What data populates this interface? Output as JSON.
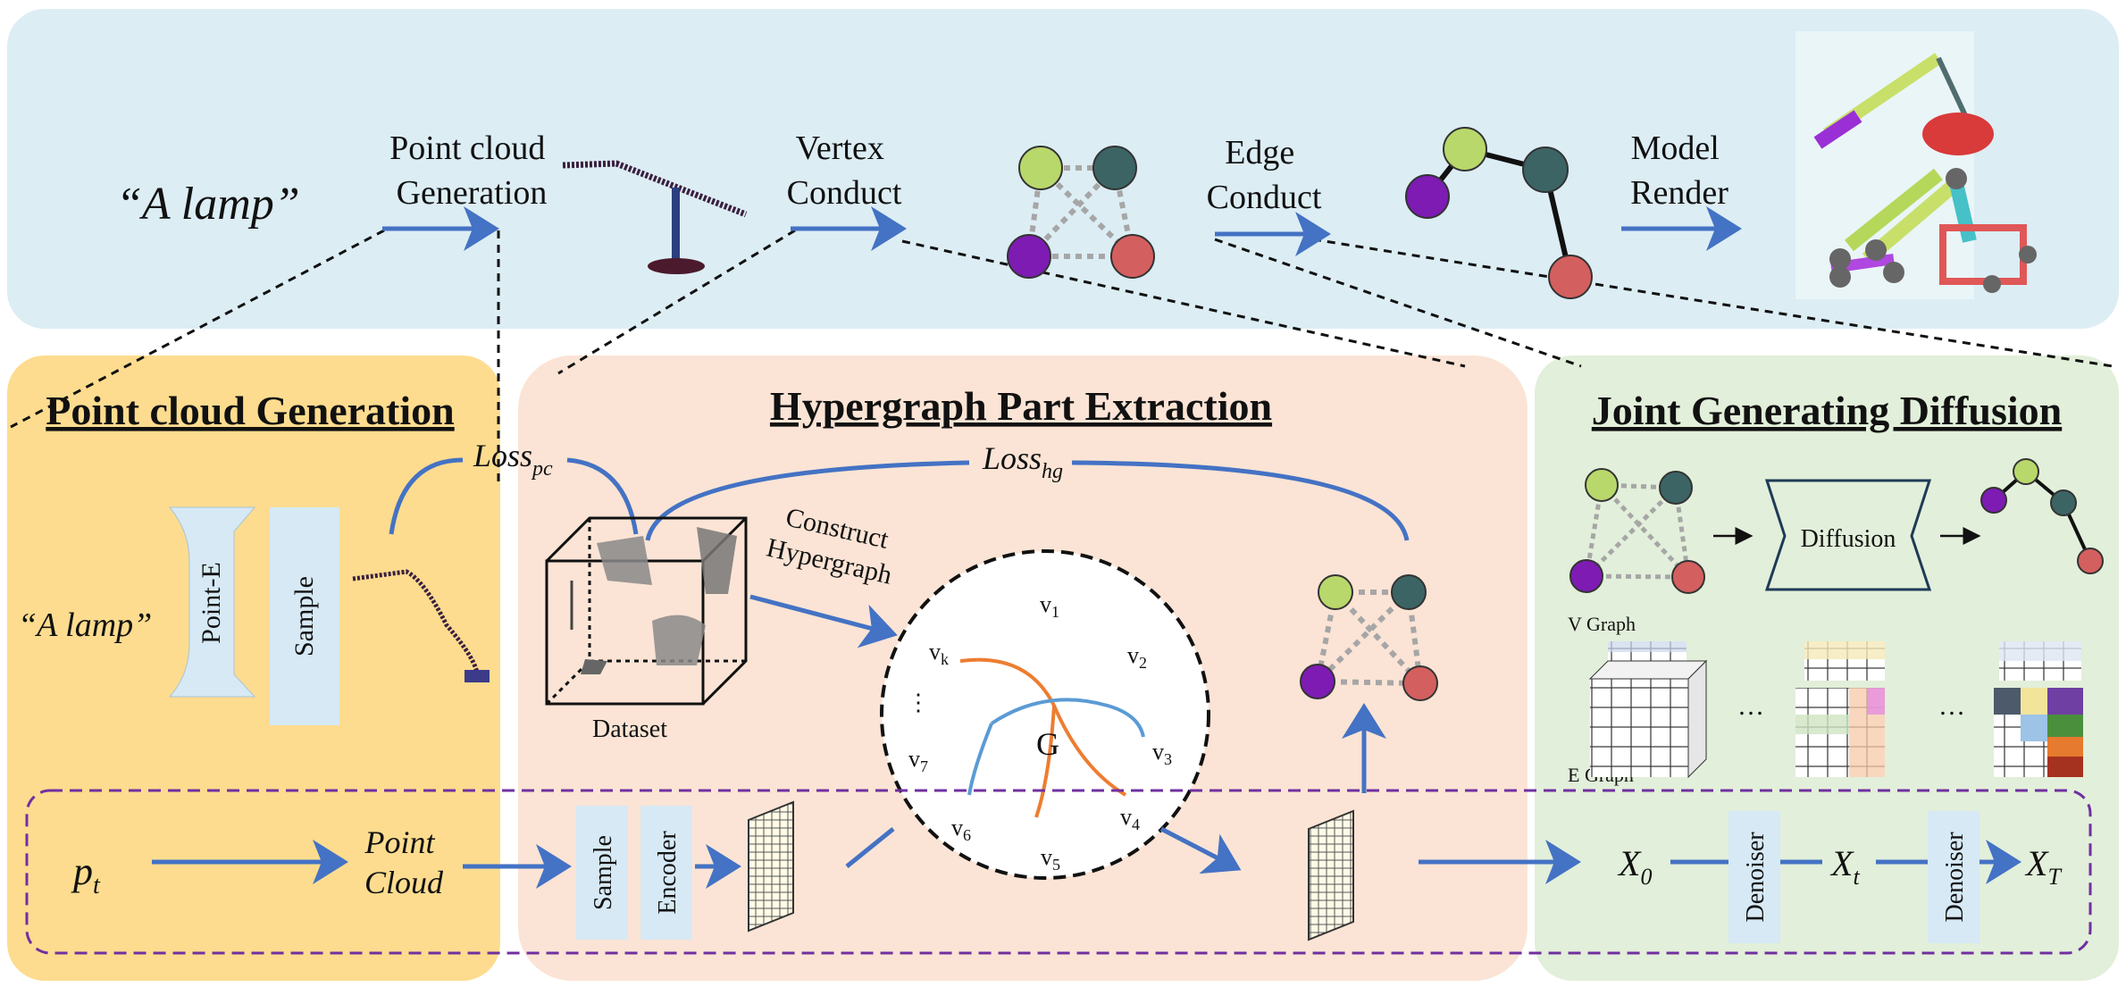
{
  "colors": {
    "top_panel": "#dcedf4",
    "pc_panel": "#fddc8f",
    "hg_panel": "#fbe4d5",
    "jg_panel": "#e2efda",
    "arrow_blue": "#4472c4",
    "node_green": "#b9d86b",
    "node_teal": "#3c6465",
    "node_purple": "#7d1bb3",
    "node_red": "#d45f5f",
    "box_blue": "#d6e9f5",
    "dashed_purple": "#7030a0",
    "orange_curve": "#ed7d31",
    "blue_curve": "#5b9bd5"
  },
  "top": {
    "prompt": "“A  lamp”",
    "step1_line1": "Point cloud",
    "step1_line2": "Generation",
    "step2_line1": "Vertex",
    "step2_line2": "Conduct",
    "step3_line1": "Edge",
    "step3_line2": "Conduct",
    "step4_line1": "Model",
    "step4_line2": "Render"
  },
  "pc_panel": {
    "title": "Point cloud Generation",
    "prompt": "“A  lamp”",
    "pointe": "Point-E",
    "sample": "Sample",
    "loss_main": "Loss",
    "loss_sub": "pc"
  },
  "hg_panel": {
    "title": "Hypergraph Part Extraction",
    "loss_main": "Loss",
    "loss_sub": "hg",
    "construct_line1": "Construct",
    "construct_line2": "Hypergraph",
    "dataset": "Dataset",
    "center": "G",
    "v1": "v",
    "v1s": "1",
    "v2": "v",
    "v2s": "2",
    "v3": "v",
    "v3s": "3",
    "v4": "v",
    "v4s": "4",
    "v5": "v",
    "v5s": "5",
    "v6": "v",
    "v6s": "6",
    "v7": "v",
    "v7s": "7",
    "vk": "v",
    "vks": "k",
    "vdots": "⋮"
  },
  "jg_panel": {
    "title": "Joint Generating Diffusion",
    "diffusion": "Diffusion",
    "vgraph": "V Graph",
    "egraph": "E Graph",
    "ellipsis1": "…",
    "ellipsis2": "…"
  },
  "bottom": {
    "pt_main": "p",
    "pt_sub": "t",
    "pc_line1": "Point",
    "pc_line2": "Cloud",
    "sample": "Sample",
    "encoder": "Encoder",
    "x0_main": "X",
    "x0_sub": "0",
    "denoiser1": "Denoiser",
    "xt_main": "X",
    "xt_sub": "t",
    "denoiser2": "Denoiser",
    "xT_main": "X",
    "xT_sub": "T"
  }
}
